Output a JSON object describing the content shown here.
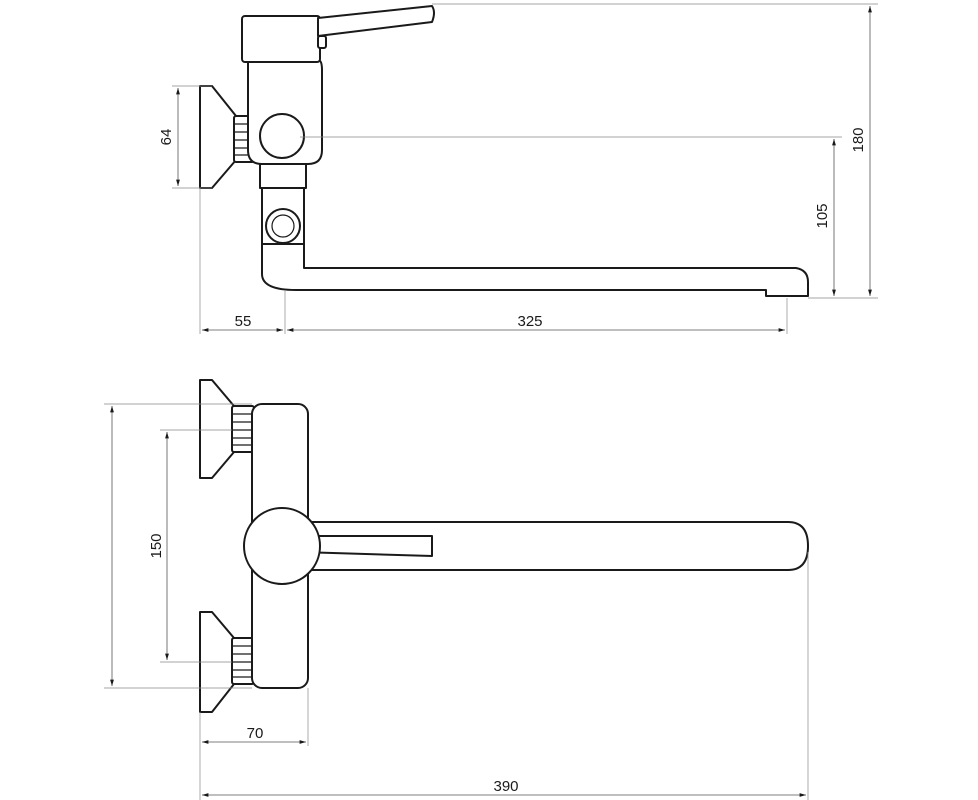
{
  "dimensions": {
    "flange_height": "64",
    "total_height": "180",
    "spout_height": "105",
    "wall_offset": "55",
    "spout_reach": "325",
    "inlet_spacing": "150",
    "body_depth": "70",
    "overall_length": "390"
  },
  "colors": {
    "line": "#1a1a1a",
    "dimension_line": "#555555",
    "background": "#ffffff"
  }
}
